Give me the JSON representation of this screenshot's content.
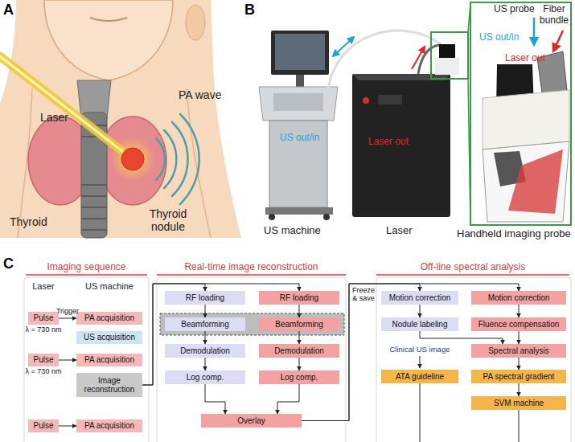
{
  "diagram": {
    "nodes": [
      {
        "text": [
          "Pulse",
          "λ = 730 nm"
        ]
      },
      {
        "text": [
          "PA acquisition"
        ]
      },
      {
        "text": [
          "US acquisition"
        ]
      },
      {
        "text": [
          "Pulse",
          "λ = 730 nm"
        ]
      },
      {
        "text": [
          "PA acquisition"
        ]
      },
      {
        "text": [
          "Image reconstruction"
        ]
      },
      {
        "text": [
          "Pulse"
        ]
      },
      {
        "text": [
          "PA acquisition"
        ]
      },
      {
        "text": [
          "RF loading"
        ]
      },
      {
        "text": [
          "RF loading"
        ]
      },
      {
        "text": [
          "Beamforming"
        ]
      },
      {
        "text": [
          "Beamforming"
        ]
      },
      {
        "text": [
          "Demodulation"
        ]
      },
      {
        "text": [
          "Demodulation"
        ]
      },
      {
        "text": [
          "Log comp."
        ]
      },
      {
        "text": [
          "Log comp."
        ]
      },
      {
        "text": [
          "Overlay"
        ]
      },
      {
        "text": [
          "Motion correction"
        ]
      },
      {
        "text": [
          "Motion correction"
        ]
      },
      {
        "text": [
          "Nodule labeling"
        ]
      },
      {
        "text": [
          "Fluence compensation"
        ]
      },
      {
        "text": [
          "Spectral analysis"
        ]
      },
      {
        "text": [
          "ATA guideline"
        ]
      },
      {
        "text": [
          "PA spectral gradient"
        ]
      },
      {
        "text": [
          "SVM machine"
        ]
      }
    ],
    "edges": [
      {
        "from": 0,
        "to": 1,
        "label": "Trigger",
        "arrow": "to"
      },
      {
        "from": 3,
        "to": 4,
        "arrow": "to"
      },
      {
        "from": 6,
        "to": 7,
        "arrow": "to"
      },
      {
        "from": 5,
        "to": 8,
        "arrow": "to"
      },
      {
        "from": 5,
        "to": 9,
        "arrow": "to"
      },
      {
        "from": 8,
        "to": 10,
        "arrow": "to"
      },
      {
        "from": 10,
        "to": 12,
        "arrow": "to"
      },
      {
        "from": 12,
        "to": 14,
        "arrow": "to"
      },
      {
        "from": 9,
        "to": 11,
        "arrow": "to"
      },
      {
        "from": 11,
        "to": 13,
        "arrow": "to"
      },
      {
        "from": 13,
        "to": 15,
        "arrow": "to"
      },
      {
        "from": 14,
        "to": 16,
        "arrow": "to"
      },
      {
        "from": 15,
        "to": 16,
        "arrow": "to"
      },
      {
        "from": 16,
        "to": 17,
        "label": "Freeze & save",
        "arrow": "to"
      },
      {
        "from": 16,
        "to": 18,
        "arrow": "to"
      },
      {
        "from": 17,
        "to": 19,
        "arrow": "to"
      },
      {
        "from": 18,
        "to": 20,
        "arrow": "to"
      },
      {
        "from": 20,
        "to": 21,
        "arrow": "to"
      },
      {
        "from": 19,
        "to": 21,
        "arrow": "to"
      },
      {
        "from": 21,
        "to": 23,
        "arrow": "to"
      },
      {
        "from": 23,
        "to": 24,
        "arrow": "to"
      }
    ],
    "labels": [
      "A",
      "Laser",
      "PA wave",
      "Thyroid",
      "Thyroid nodule",
      "B",
      "US out/in",
      "Laser out",
      "US machine",
      "Laser",
      "US probe",
      "Fiber bundle",
      "US out/in",
      "Laser out",
      "Handheld imaging probe",
      "C",
      "Imaging sequence",
      "Real-time image reconstruction",
      "Off-line spectral analysis",
      "Laser",
      "US machine",
      "Clinical US image"
    ]
  }
}
